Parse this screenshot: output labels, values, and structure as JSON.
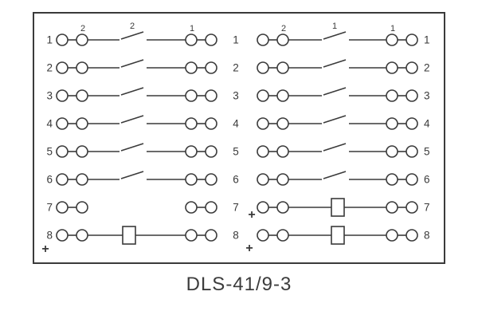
{
  "title": "DLS-41/9-3",
  "colors": {
    "line": "#3a3a3a",
    "background": "#ffffff"
  },
  "diagram": {
    "rows": [
      {
        "num": "1",
        "left": {
          "type": "contact",
          "marks": {
            "c2": "2",
            "mid": "2",
            "c3": "1"
          }
        },
        "right": {
          "type": "contact",
          "marks": {
            "c2": "2",
            "mid": "1",
            "c3": "1"
          }
        }
      },
      {
        "num": "2",
        "left": {
          "type": "contact"
        },
        "right": {
          "type": "contact"
        }
      },
      {
        "num": "3",
        "left": {
          "type": "contact"
        },
        "right": {
          "type": "contact"
        }
      },
      {
        "num": "4",
        "left": {
          "type": "contact"
        },
        "right": {
          "type": "contact"
        }
      },
      {
        "num": "5",
        "left": {
          "type": "contact"
        },
        "right": {
          "type": "contact"
        }
      },
      {
        "num": "6",
        "left": {
          "type": "contact"
        },
        "right": {
          "type": "contact"
        }
      },
      {
        "num": "7",
        "left": {
          "type": "open"
        },
        "right": {
          "type": "coil"
        }
      },
      {
        "num": "8",
        "left": {
          "type": "coil"
        },
        "right": {
          "type": "coil"
        }
      }
    ],
    "plus_marks": [
      {
        "half": "left",
        "row": "8",
        "slot": "below-left-number",
        "symbol": "+"
      },
      {
        "half": "right",
        "row": "7",
        "slot": "left-of-circles",
        "symbol": "+"
      },
      {
        "half": "right",
        "row": "8",
        "slot": "below-center-number",
        "symbol": "+"
      }
    ]
  }
}
